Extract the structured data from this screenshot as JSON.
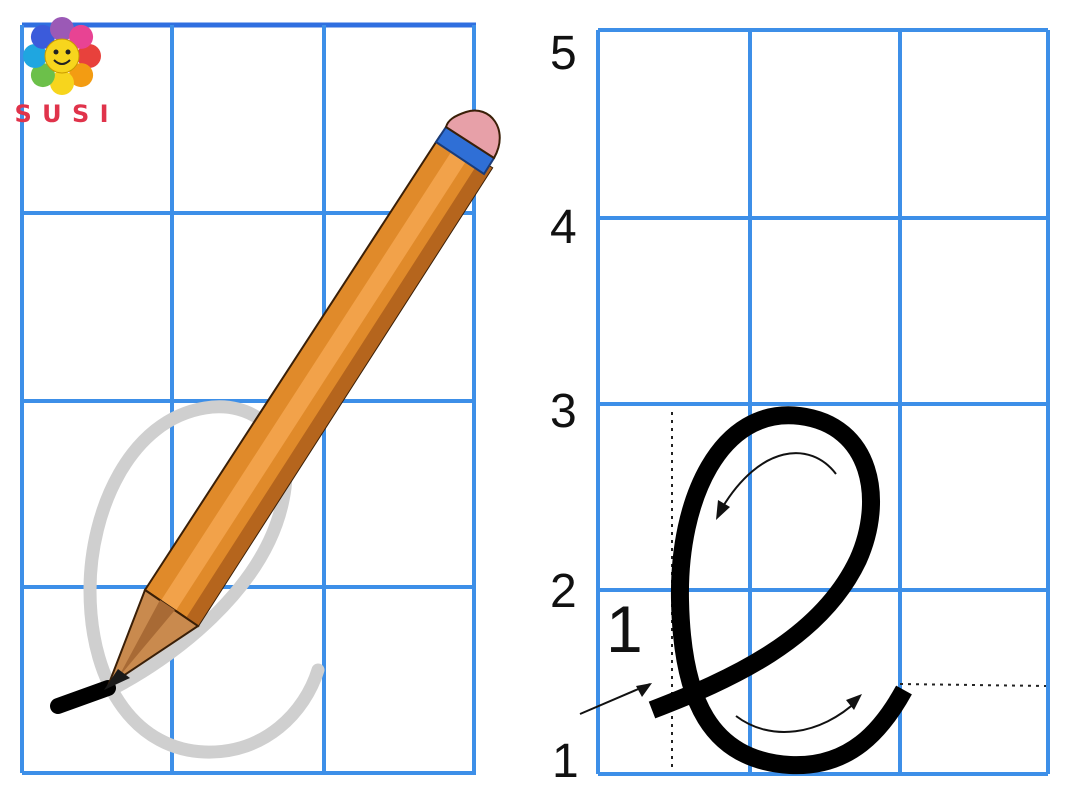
{
  "logo": {
    "text_letters": [
      "S",
      "U",
      "S",
      "I"
    ],
    "letter_colors": [
      "#e0334b",
      "#e0334b",
      "#e0334b",
      "#e0334b"
    ],
    "petal_colors": [
      "#e8413c",
      "#f39c12",
      "#f7d51d",
      "#6cc04a",
      "#1fa6e0",
      "#3b5bdb",
      "#9b59b6",
      "#e84393"
    ],
    "face_color": "#f7d51d"
  },
  "colors": {
    "grid_line": "#3d8fe8",
    "ghost_letter": "#cfcfcf",
    "pencil_body": "#e08a2a",
    "pencil_dark": "#b5651d",
    "pencil_eraser": "#e7a0a8",
    "pencil_band": "#2f6fd6",
    "ink": "#000000"
  },
  "row_labels": [
    "5",
    "4",
    "3",
    "2",
    "1"
  ],
  "stroke_number": "1"
}
